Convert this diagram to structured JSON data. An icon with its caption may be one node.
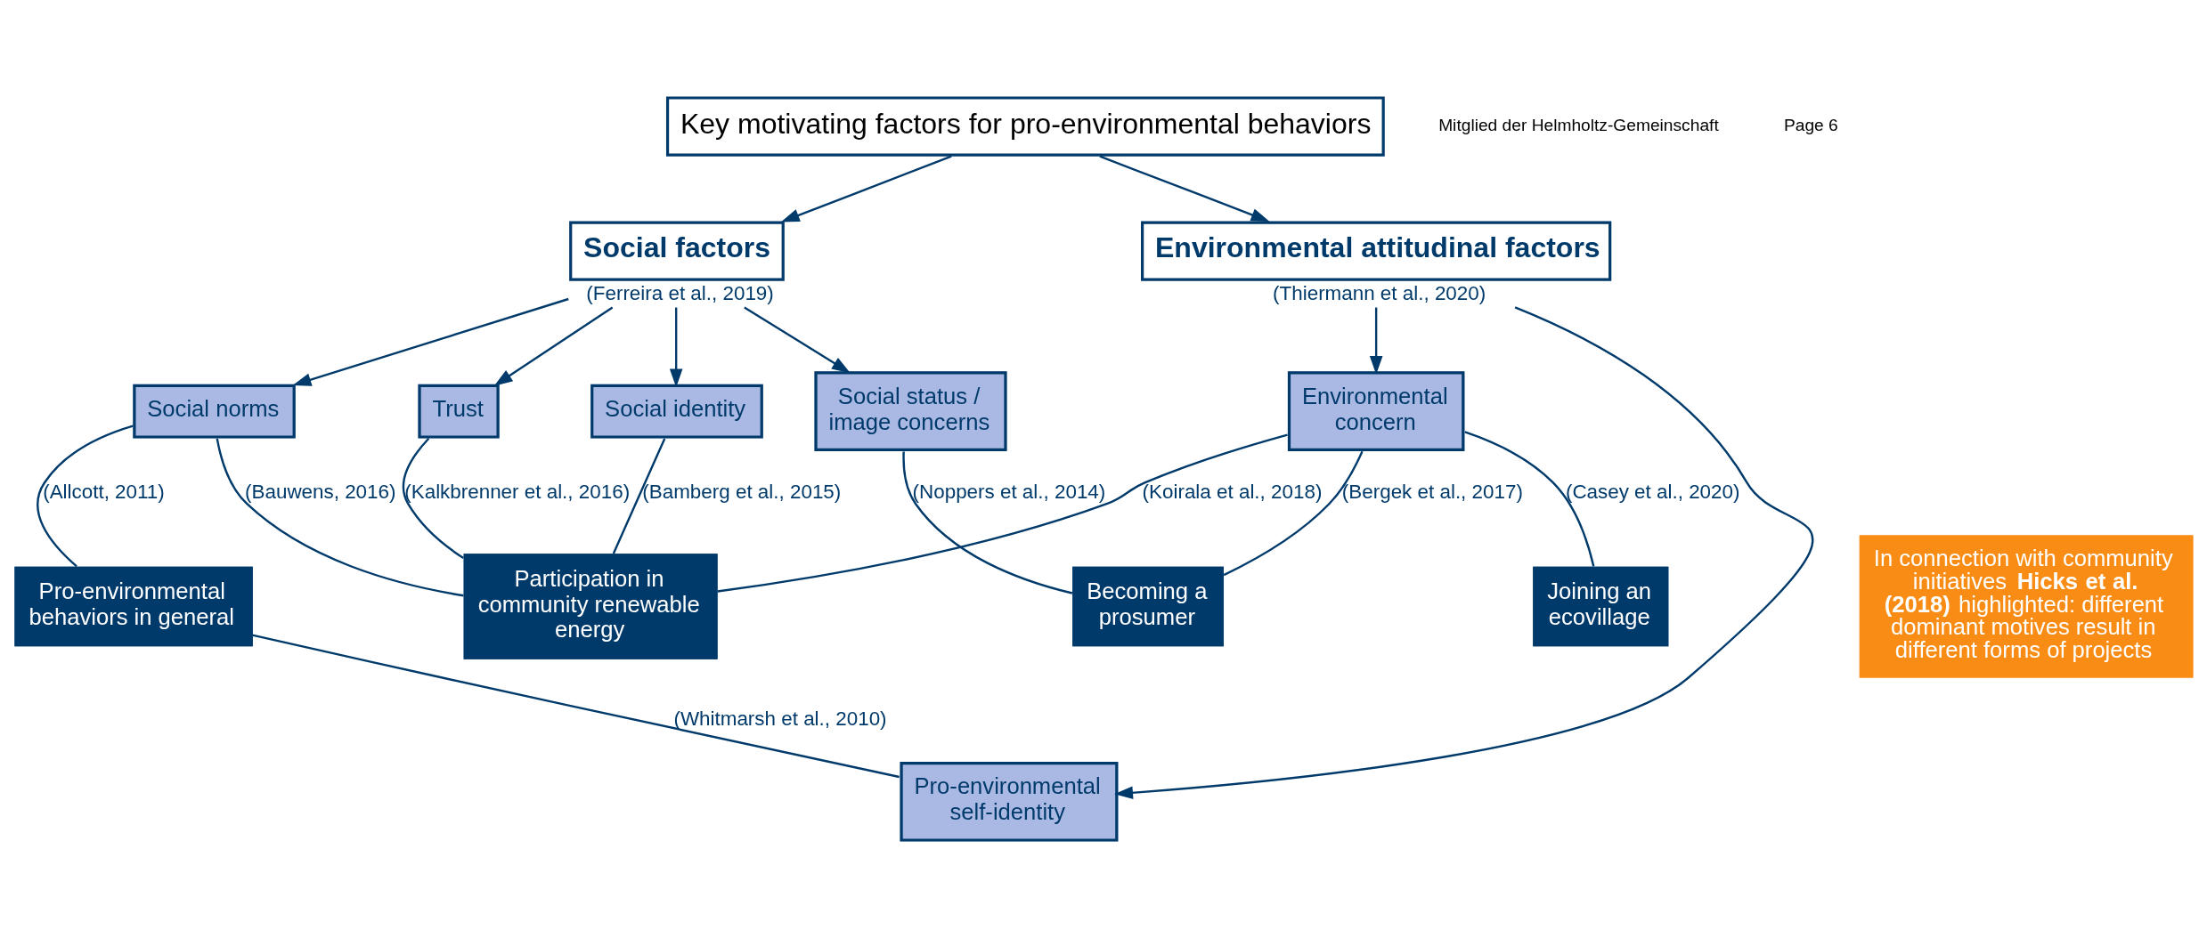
{
  "diagram": {
    "nodes": [
      {
        "text": [
          "Key motivating factors for pro-environmental behaviors"
        ]
      },
      {
        "text": [
          "Social factors"
        ],
        "beside": [
          "(Ferreira et al., 2019)"
        ]
      },
      {
        "text": [
          "Environmental attitudinal factors"
        ],
        "beside": [
          "(Thiermann et al., 2020)"
        ]
      },
      {
        "text": [
          "Social norms"
        ]
      },
      {
        "text": [
          "Social identity"
        ]
      },
      {
        "text": [
          "Trust"
        ]
      },
      {
        "text": [
          "Social status / image concerns"
        ]
      },
      {
        "text": [
          "Pro-environmental behaviors in general"
        ]
      },
      {
        "text": [
          "Participation in community renewable energy"
        ]
      },
      {
        "text": [
          "Becoming a prosumer"
        ]
      },
      {
        "text": [
          "Joining an ecovillage"
        ]
      },
      {
        "text": [
          "Pro-environmental self-identity"
        ]
      },
      {
        "text": [
          "Environmental concern"
        ]
      },
      {
        "text": [
          "In connection with community initiatives **Hicks et al. (2018)** highlighted: different dominant motives result in different forms of projects"
        ]
      }
    ],
    "edges": [
      {
        "from": 0,
        "to": 1,
        "arrow": "to"
      },
      {
        "from": 0,
        "to": 2,
        "arrow": "to"
      },
      {
        "from": 1,
        "to": 3,
        "arrow": "to"
      },
      {
        "from": 1,
        "to": 4,
        "arrow": "to"
      },
      {
        "from": 1,
        "to": 5,
        "arrow": "to"
      },
      {
        "from": 1,
        "to": 6,
        "arrow": "to"
      },
      {
        "from": 2,
        "to": 11,
        "arrow": "to"
      },
      {
        "from": 2,
        "to": 12,
        "arrow": "to"
      },
      {
        "from": 3,
        "to": 7,
        "arrow": "none",
        "label": "(Allcott, 2011)"
      },
      {
        "from": 3,
        "to": 8,
        "arrow": "none",
        "label": "(Bauwens, 2016)"
      },
      {
        "from": 4,
        "to": 8,
        "arrow": "none",
        "label": "(Bamberg et al., 2015)"
      },
      {
        "from": 5,
        "to": 8,
        "arrow": "none",
        "label": "(Kalkbrenner et al., 2016)"
      },
      {
        "from": 6,
        "to": 9,
        "arrow": "none",
        "label": "(Noppers et al., 2014)"
      },
      {
        "from": 7,
        "to": 11,
        "arrow": "none",
        "label": "(Whitmarsh et al., 2010)"
      },
      {
        "from": 12,
        "to": 8,
        "arrow": "none",
        "label": "(Koirala et al., 2018)"
      },
      {
        "from": 12,
        "to": 9,
        "arrow": "none",
        "label": "(Bergek et al., 2017)"
      },
      {
        "from": 12,
        "to": 10,
        "arrow": "none",
        "label": "(Casey et al., 2020)"
      }
    ],
    "labels": [
      "Mitglied der Helmholtz-Gemeinschaft",
      "Page 6"
    ]
  }
}
